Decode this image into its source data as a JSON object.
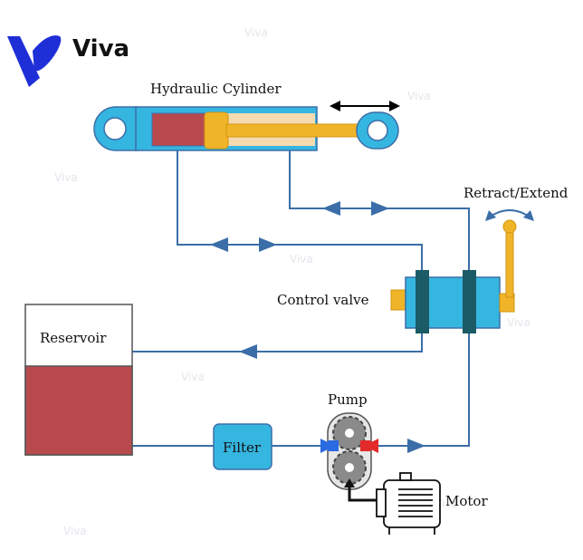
{
  "brand": {
    "name": "Viva",
    "logo_color": "#1f2fd8"
  },
  "labels": {
    "cylinder": "Hydraulic Cylinder",
    "retract_extend": "Retract/Extend",
    "control_valve": "Control valve",
    "reservoir": "Reservoir",
    "pump": "Pump",
    "filter": "Filter",
    "motor": "Motor"
  },
  "colors": {
    "line": "#3b6ea8",
    "component_blue": "#35b6e0",
    "valve_dark": "#1b5b66",
    "fluid_red": "#b84a4e",
    "piston_yellow": "#f0b429",
    "rod_light": "#f6dbb0",
    "gear_gray": "#8a8a8a",
    "pump_red": "#e22a2a",
    "pump_blue": "#2a6ae2"
  },
  "icons": [
    "viva-logo-icon",
    "retract-extend-arrow-icon",
    "double-arrow-icon",
    "flow-arrow-icon",
    "motor-icon",
    "gear-pump-icon"
  ]
}
